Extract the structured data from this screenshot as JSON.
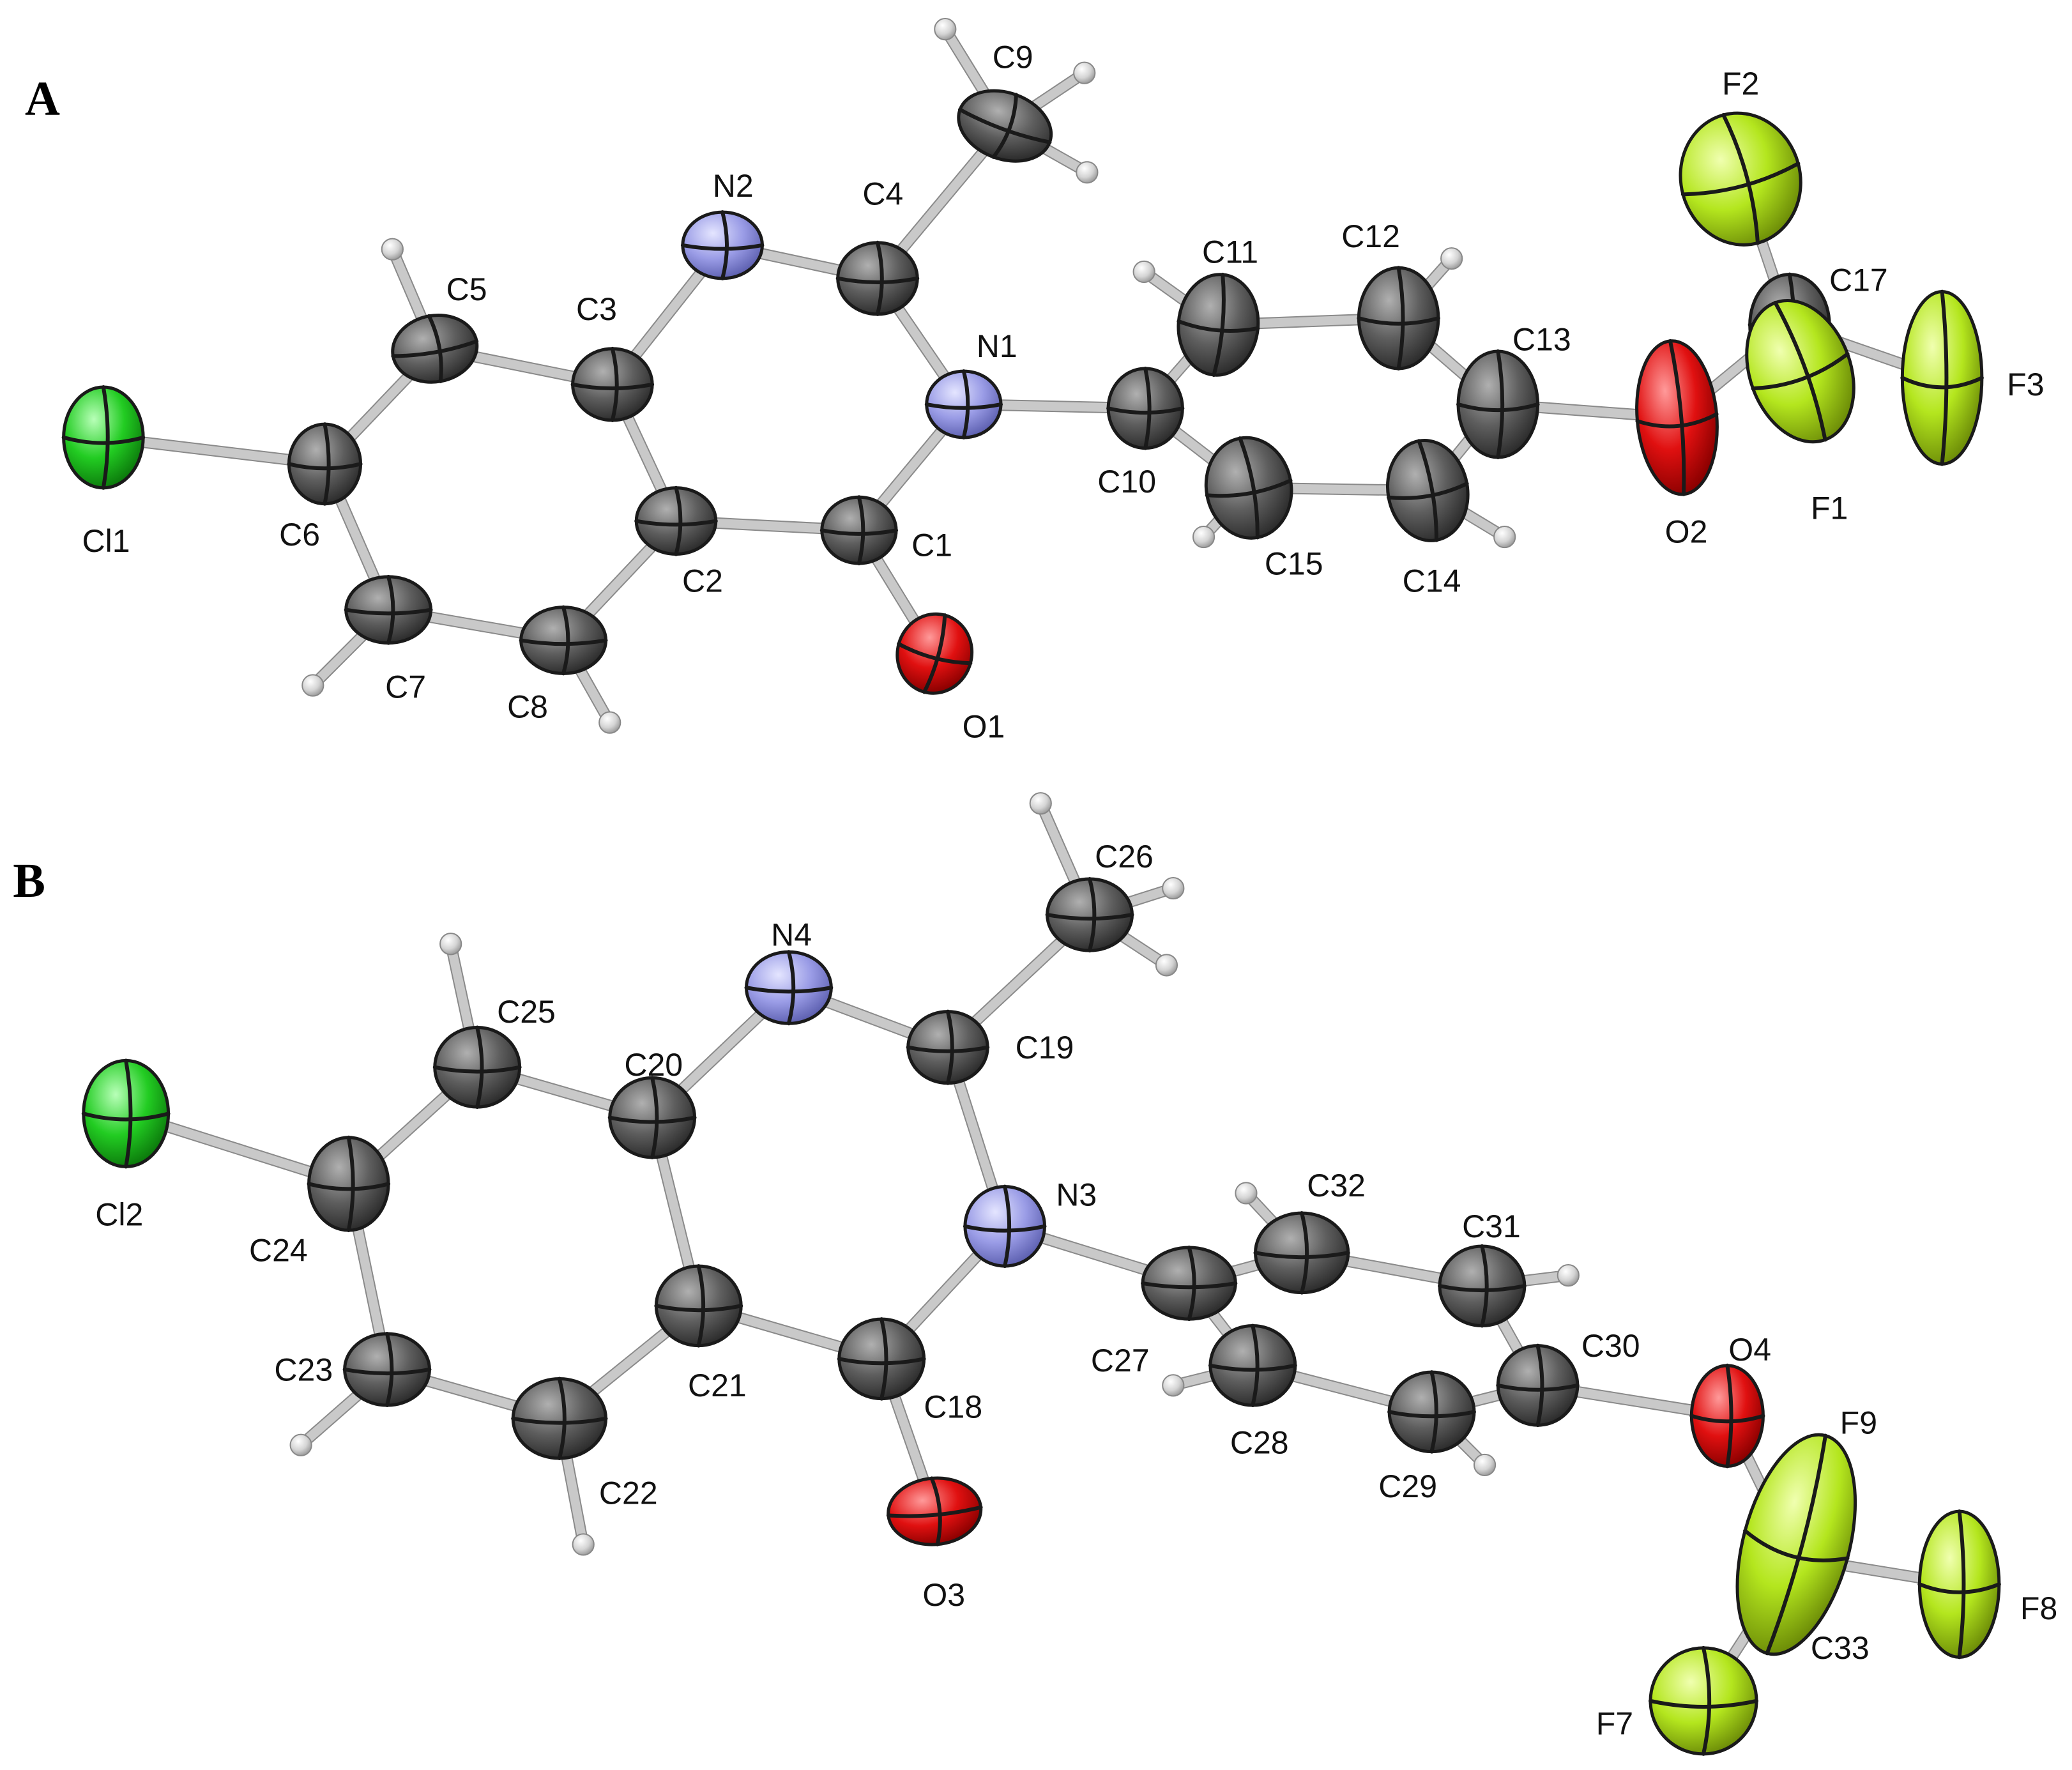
{
  "panels": [
    {
      "label": "A",
      "atoms": {
        "Cl1": "Cl1",
        "C6": "C6",
        "C5": "C5",
        "C3": "C3",
        "C2": "C2",
        "C7": "C7",
        "C8": "C8",
        "N2": "N2",
        "C4": "C4",
        "C9": "C9",
        "N1": "N1",
        "C1": "C1",
        "O1": "O1",
        "C10": "C10",
        "C11": "C11",
        "C12": "C12",
        "C13": "C13",
        "C14": "C14",
        "C15": "C15",
        "O2": "O2",
        "C17": "C17",
        "F1": "F1",
        "F2": "F2",
        "F3": "F3"
      }
    },
    {
      "label": "B",
      "atoms": {
        "Cl2": "Cl2",
        "C24": "C24",
        "C25": "C25",
        "C20": "C20",
        "C21": "C21",
        "C23": "C23",
        "C22": "C22",
        "N4": "N4",
        "C19": "C19",
        "C26": "C26",
        "N3": "N3",
        "C18": "C18",
        "O3": "O3",
        "C27": "C27",
        "C32": "C32",
        "C31": "C31",
        "C30": "C30",
        "C29": "C29",
        "C28": "C28",
        "O4": "O4",
        "C33": "C33",
        "F7": "F7",
        "F8": "F8",
        "F9": "F9"
      }
    }
  ],
  "element_colors": {
    "C": "#5a5a5a",
    "N": "#9a9ce6",
    "O": "#e01010",
    "Cl": "#22cc22",
    "F": "#b4e61e",
    "H": "#d8d8d8"
  }
}
